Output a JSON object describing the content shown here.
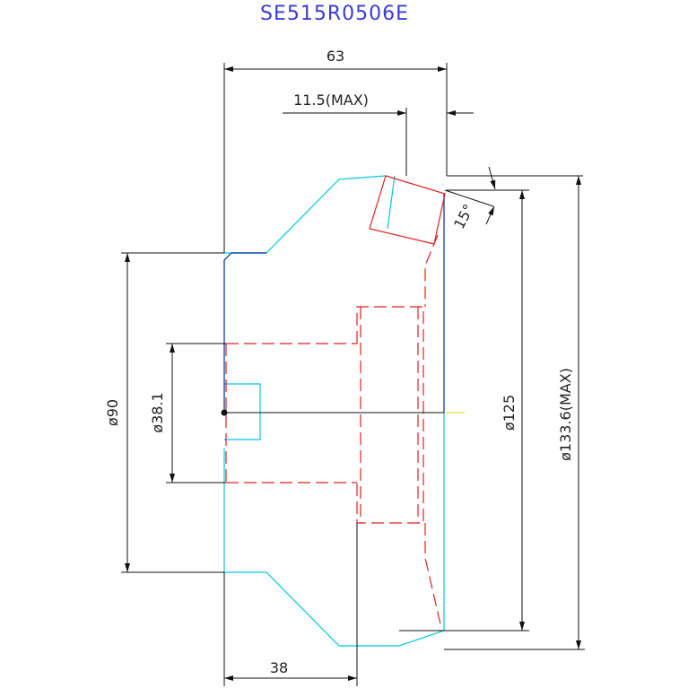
{
  "title": "SE515R0506E",
  "dimensions": {
    "overall_width": "63",
    "bit_width": "11.5(MAX)",
    "angle": "15°",
    "d90": "ø90",
    "d38": "ø38.1",
    "d125": "ø125",
    "d133": "ø133.6(MAX)",
    "hub_length": "38"
  },
  "colors": {
    "title": "#3a3ad8",
    "outline": "#00c8e0",
    "hidden_lines": "#e02020",
    "dimension_lines": "#111111"
  }
}
